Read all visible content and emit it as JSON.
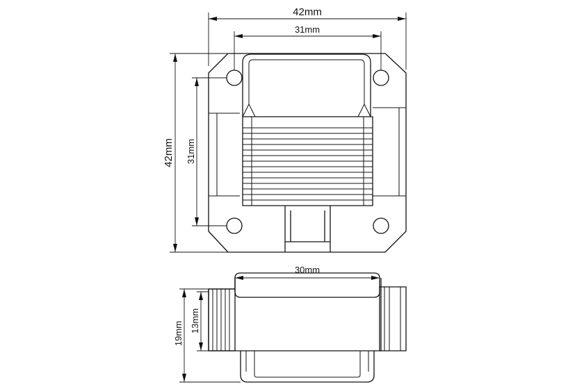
{
  "colors": {
    "background": "#ffffff",
    "line": "#111111"
  },
  "top_view": {
    "width_label": "42mm",
    "hole_spacing_horizontal_label": "31mm",
    "height_label": "42mm",
    "hole_spacing_vertical_label": "31mm"
  },
  "side_view": {
    "length_label": "30mm",
    "total_height_label": "19mm",
    "body_height_label": "13mm"
  }
}
